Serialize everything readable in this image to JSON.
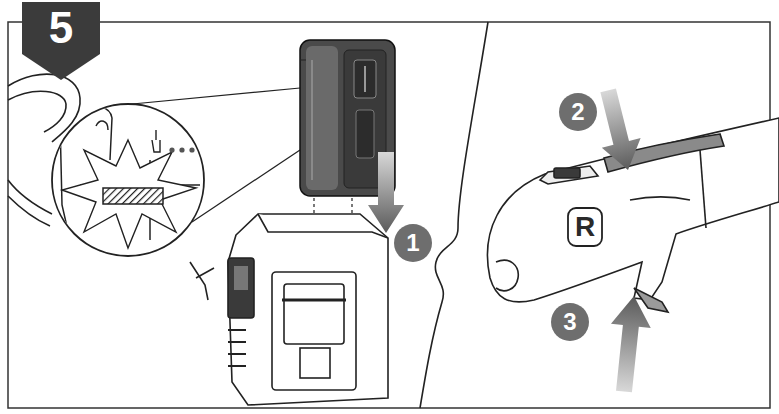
{
  "diagram": {
    "nodes": [
      {
        "text": [
          "5"
        ]
      },
      {
        "text": [
          "1"
        ]
      },
      {
        "text": [
          "2"
        ]
      },
      {
        "text": [
          "3"
        ]
      }
    ],
    "labels": [
      "R"
    ]
  }
}
